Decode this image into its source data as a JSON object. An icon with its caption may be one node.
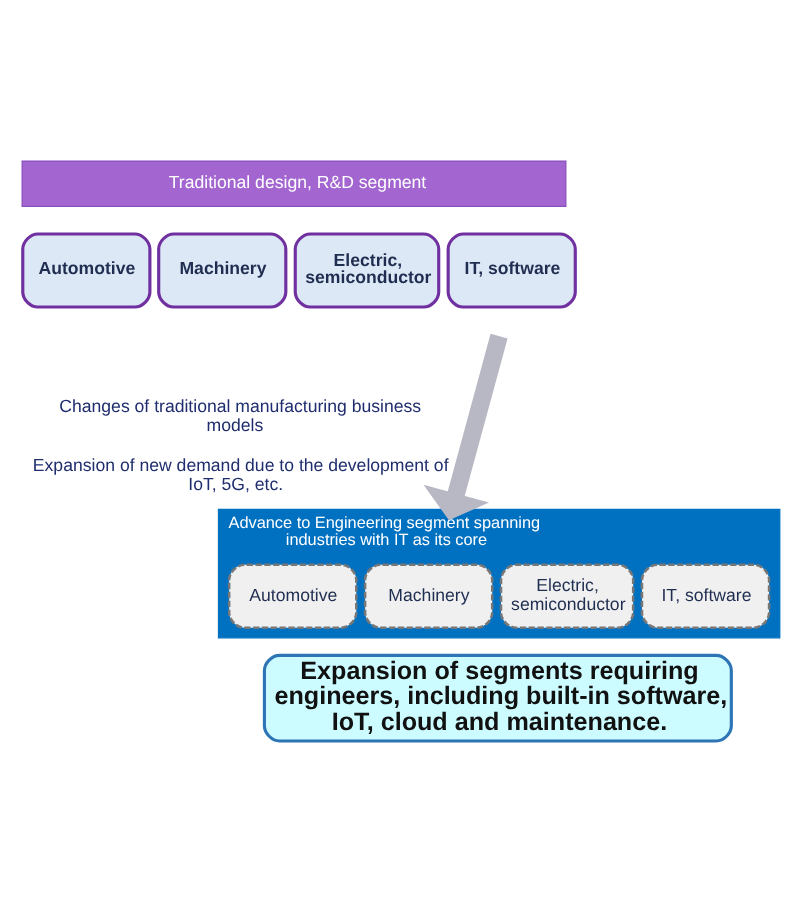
{
  "diagram": {
    "nodes": [
      {
        "text": [
          "Traditional design, R&D segment"
        ]
      },
      {
        "text": [
          "Automotive"
        ]
      },
      {
        "text": [
          "Machinery"
        ]
      },
      {
        "text": [
          "Electric, semiconductor"
        ]
      },
      {
        "text": [
          "IT, software"
        ]
      },
      {
        "text": [
          "Advance to Engineering segment spanning industries with IT as its core"
        ]
      },
      {
        "text": [
          "Automotive"
        ],
        "in": 5
      },
      {
        "text": [
          "Machinery"
        ],
        "in": 5
      },
      {
        "text": [
          "Electric, semiconductor"
        ],
        "in": 5
      },
      {
        "text": [
          "IT, software"
        ],
        "in": 5
      },
      {
        "text": [
          "Expansion of segments requiring engineers, including built-in software, IoT, cloud and maintenance."
        ]
      }
    ],
    "edges": [
      {
        "from": null,
        "to": 5,
        "arrow": "to"
      }
    ],
    "labels": [
      "Changes of traditional manufacturing business models",
      "Expansion of new demand due to the development of IoT, 5G, etc."
    ]
  }
}
